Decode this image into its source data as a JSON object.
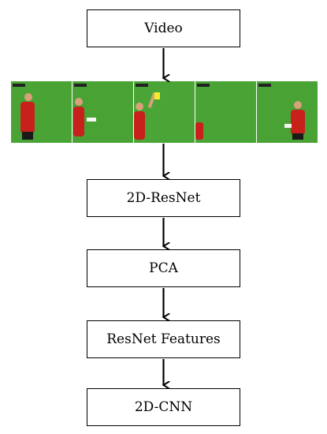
{
  "diagram": {
    "nodes": [
      {
        "id": "video",
        "label": "Video"
      },
      {
        "id": "frames",
        "label": ""
      },
      {
        "id": "resnet",
        "label": "2D-ResNet"
      },
      {
        "id": "pca",
        "label": "PCA"
      },
      {
        "id": "features",
        "label": "ResNet Features"
      },
      {
        "id": "cnn",
        "label": "2D-CNN"
      }
    ],
    "edges": [
      {
        "from": "video",
        "to": "frames"
      },
      {
        "from": "frames",
        "to": "resnet"
      },
      {
        "from": "resnet",
        "to": "pca"
      },
      {
        "from": "pca",
        "to": "features"
      },
      {
        "from": "features",
        "to": "cnn"
      }
    ],
    "colors": {
      "field": "#3f9a2e",
      "field_light": "#5cb743",
      "jersey": "#c8211c",
      "card": "#f2ec2a"
    }
  }
}
